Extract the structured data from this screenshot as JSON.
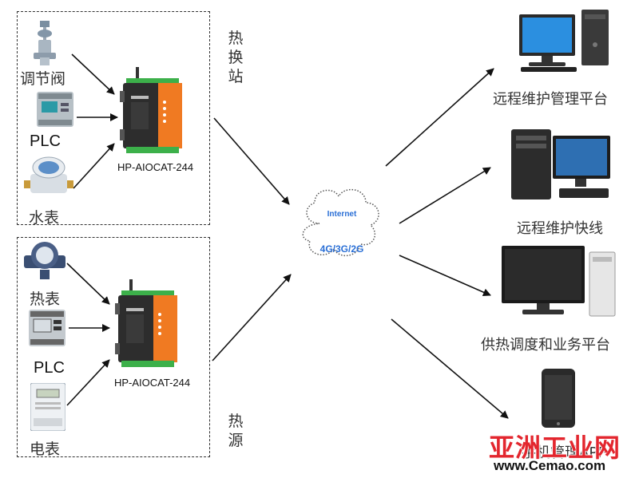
{
  "group_top": {
    "devices": [
      "调节阀",
      "PLC",
      "水表"
    ],
    "gateway_model": "HP-AIOCAT-244",
    "side_label": "热换站"
  },
  "group_bottom": {
    "devices": [
      "热表",
      "PLC",
      "电表"
    ],
    "gateway_model": "HP-AIOCAT-244",
    "side_label": "热源"
  },
  "cloud": {
    "top_text": "Internet",
    "bottom_text": "4G/3G/2G"
  },
  "targets": [
    "远程维护管理平台",
    "远程维护快线",
    "供热调度和业务平台",
    "手机管理APP"
  ],
  "watermark": {
    "brand": "亚洲工业网",
    "url": "www.Cemao.com"
  },
  "colors": {
    "gateway_orange": "#f07a22",
    "gateway_body": "#2d2d2d",
    "watermark_red": "#e3262e",
    "cloud_text_blue": "#2a6fd6"
  }
}
